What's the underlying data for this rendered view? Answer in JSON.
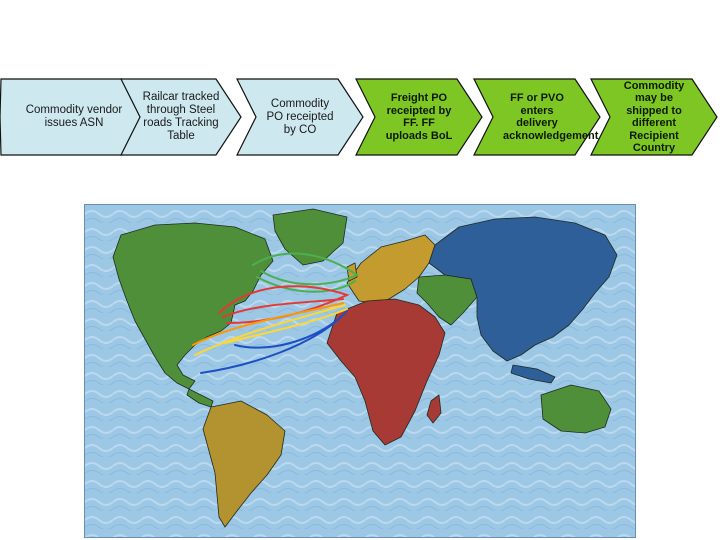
{
  "flow_steps": [
    {
      "label": "Commodity vendor issues ASN",
      "fill": "#cde8ee"
    },
    {
      "label": "Railcar tracked through Steel roads Tracking Table",
      "fill": "#cde8ee"
    },
    {
      "label": "Commodity PO receipted by CO",
      "fill": "#cde8ee"
    },
    {
      "label": "Freight PO receipted by FF. FF uploads BoL",
      "fill": "#7ec623"
    },
    {
      "label": "FF or PVO enters delivery acknowledgement",
      "fill": "#7ec623"
    },
    {
      "label": "Commodity may be shipped to different Recipient Country",
      "fill": "#7ec623"
    }
  ],
  "map": {
    "ocean": "#9cc7e5",
    "continents": {
      "north_america": "#4f8f3a",
      "south_america": "#b39230",
      "europe": "#c39b2e",
      "africa": "#a83a36",
      "asia": "#2e5f99",
      "middle_east": "#4f8f3a",
      "australia": "#4f8f3a",
      "greenland": "#4f8f3a"
    },
    "routes": [
      "green",
      "red",
      "orange",
      "yellow",
      "blue"
    ]
  }
}
